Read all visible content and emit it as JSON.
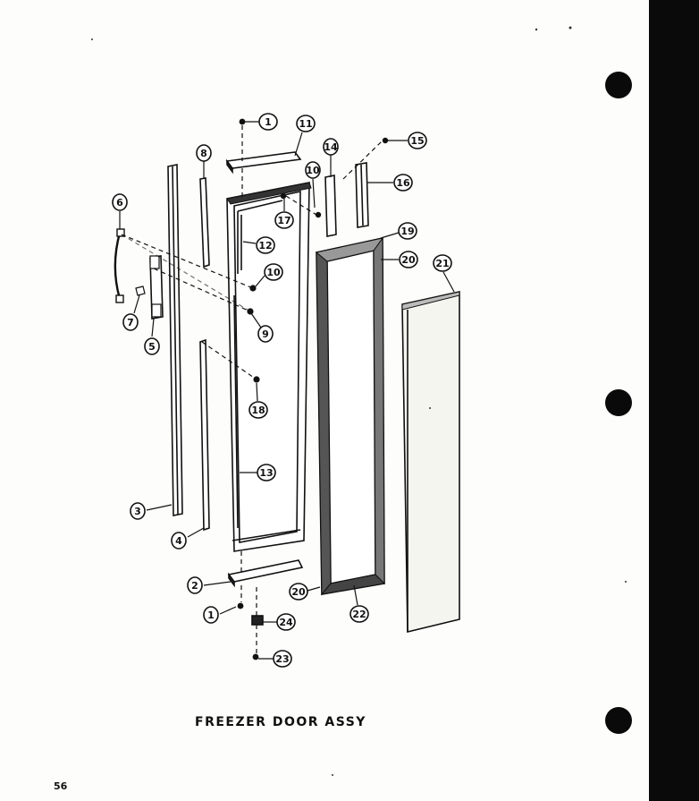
{
  "document": {
    "caption": "FREEZER DOOR ASSY",
    "page_number": "56"
  },
  "callouts": [
    {
      "number": "1"
    },
    {
      "number": "11"
    },
    {
      "number": "8"
    },
    {
      "number": "10"
    },
    {
      "number": "14"
    },
    {
      "number": "15"
    },
    {
      "number": "16"
    },
    {
      "number": "17"
    },
    {
      "number": "6"
    },
    {
      "number": "12"
    },
    {
      "number": "19"
    },
    {
      "number": "20"
    },
    {
      "number": "21"
    },
    {
      "number": "10"
    },
    {
      "number": "7"
    },
    {
      "number": "9"
    },
    {
      "number": "5"
    },
    {
      "number": "18"
    },
    {
      "number": "13"
    },
    {
      "number": "3"
    },
    {
      "number": "4"
    },
    {
      "number": "2"
    },
    {
      "number": "20"
    },
    {
      "number": "22"
    },
    {
      "number": "1"
    },
    {
      "number": "24"
    },
    {
      "number": "23"
    }
  ]
}
